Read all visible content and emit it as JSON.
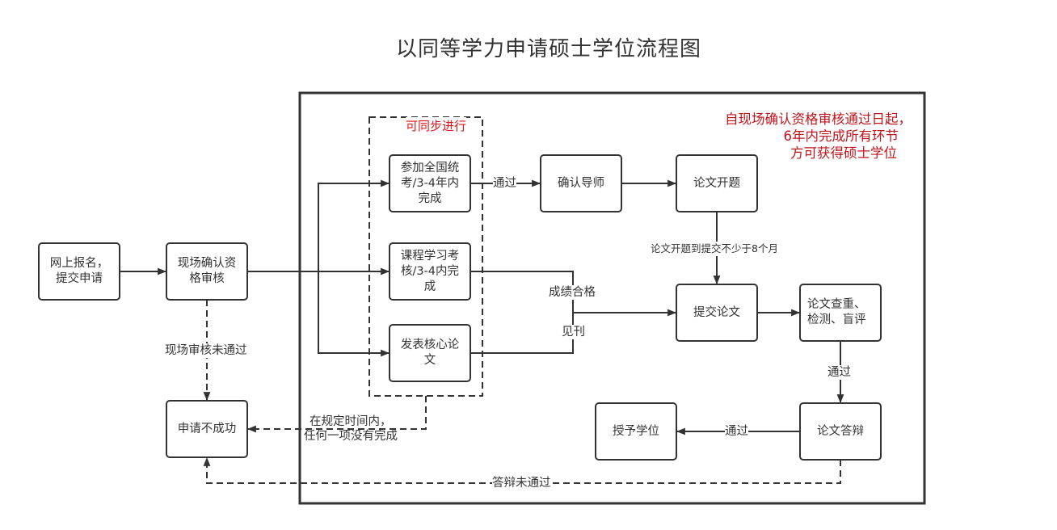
{
  "title": "以同等学力申请硕士学位流程图",
  "colors": {
    "line": "#333333",
    "note": "#c0141b",
    "sync_label": "#e0141b"
  },
  "note": {
    "lines": [
      "自现场确认资格审核通过日起，",
      "6年内完成所有环节",
      "方可获得硕士学位"
    ]
  },
  "sync_group_label": "可同步进行",
  "nodes": {
    "register": "网上报名，提交申请",
    "qualification_review": "现场确认资格审核",
    "national_exam": "参加全国统考/3-4年内完成",
    "course_exam": "课程学习考核/3-4内完成",
    "core_paper": "发表核心论文",
    "confirm_advisor": "确认导师",
    "thesis_proposal": "论文开题",
    "submit_thesis": "提交论文",
    "thesis_check": "论文查重、检测、盲评",
    "thesis_defense": "论文答辩",
    "award_degree": "授予学位",
    "application_failed": "申请不成功"
  },
  "edge_labels": {
    "exam_pass": "通过",
    "proposal_to_submit": "论文开题到提交不少于8个月",
    "grades_qualified": "成绩合格",
    "published": "见刊",
    "check_pass": "通过",
    "defense_pass": "通过",
    "review_failed": "现场审核未通过",
    "timeout_line1": "在规定时间内，",
    "timeout_line2": "任何一项没有完成",
    "defense_failed": "答辩未通过"
  }
}
